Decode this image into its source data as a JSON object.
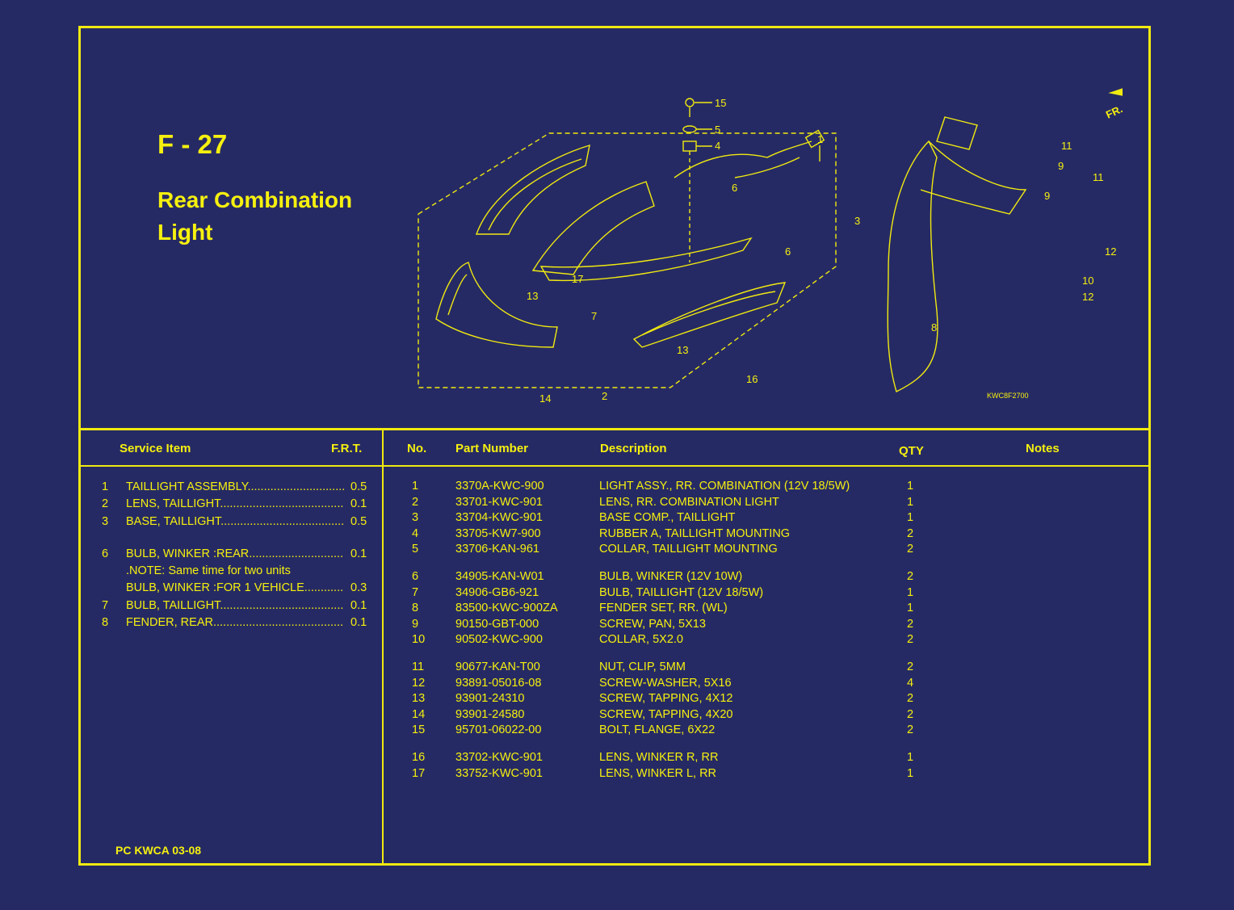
{
  "page": {
    "code": "F - 27",
    "title": "Rear Combination Light",
    "diagram_code": "KWC8F2700",
    "footer": "PC KWCA 03-08"
  },
  "headers": {
    "service_item": "Service Item",
    "frt": "F.R.T.",
    "no": "No.",
    "part_number": "Part Number",
    "description": "Description",
    "qty": "QTY",
    "notes": "Notes"
  },
  "service_items": [
    {
      "no": "1",
      "name": "TAILLIGHT ASSEMBLY",
      "frt": "0.5"
    },
    {
      "no": "2",
      "name": "LENS, TAILLIGHT",
      "frt": "0.1"
    },
    {
      "no": "3",
      "name": "BASE, TAILLIGHT",
      "frt": "0.5"
    },
    {
      "no": "6",
      "name": "BULB, WINKER :REAR",
      "frt": "0.1"
    },
    {
      "no": "",
      "note": ".NOTE: Same time for two units"
    },
    {
      "no": "",
      "name": "BULB, WINKER :FOR 1 VEHICLE",
      "frt": "0.3"
    },
    {
      "no": "7",
      "name": "BULB, TAILLIGHT",
      "frt": "0.1"
    },
    {
      "no": "8",
      "name": "FENDER, REAR",
      "frt": "0.1"
    }
  ],
  "parts": [
    {
      "no": "1",
      "pn": "3370A-KWC-900",
      "desc": "LIGHT ASSY., RR. COMBINATION    (12V 18/5W)",
      "qty": "1"
    },
    {
      "no": "2",
      "pn": "33701-KWC-901",
      "desc": "LENS, RR. COMBINATION LIGHT",
      "qty": "1"
    },
    {
      "no": "3",
      "pn": "33704-KWC-901",
      "desc": "BASE COMP., TAILLIGHT",
      "qty": "1"
    },
    {
      "no": "4",
      "pn": "33705-KW7-900",
      "desc": "RUBBER A, TAILLIGHT MOUNTING",
      "qty": "2"
    },
    {
      "no": "5",
      "pn": "33706-KAN-961",
      "desc": "COLLAR, TAILLIGHT MOUNTING",
      "qty": "2"
    },
    {
      "no": "6",
      "pn": "34905-KAN-W01",
      "desc": "BULB, WINKER (12V 10W)",
      "qty": "2"
    },
    {
      "no": "7",
      "pn": "34906-GB6-921",
      "desc": "BULB, TAILLIGHT (12V 18/5W)",
      "qty": "1"
    },
    {
      "no": "8",
      "pn": "83500-KWC-900ZA",
      "desc": "FENDER SET, RR. (WL)",
      "qty": "1"
    },
    {
      "no": "9",
      "pn": "90150-GBT-000",
      "desc": "SCREW, PAN, 5X13",
      "qty": "2"
    },
    {
      "no": "10",
      "pn": "90502-KWC-900",
      "desc": "COLLAR, 5X2.0",
      "qty": "2"
    },
    {
      "no": "11",
      "pn": "90677-KAN-T00",
      "desc": "NUT, CLIP, 5MM",
      "qty": "2"
    },
    {
      "no": "12",
      "pn": "93891-05016-08",
      "desc": "SCREW-WASHER, 5X16",
      "qty": "4"
    },
    {
      "no": "13",
      "pn": "93901-24310",
      "desc": "SCREW, TAPPING, 4X12",
      "qty": "2"
    },
    {
      "no": "14",
      "pn": "93901-24580",
      "desc": "SCREW, TAPPING, 4X20",
      "qty": "2"
    },
    {
      "no": "15",
      "pn": "95701-06022-00",
      "desc": "BOLT, FLANGE, 6X22",
      "qty": "2"
    },
    {
      "no": "16",
      "pn": "33702-KWC-901",
      "desc": "LENS, WINKER R, RR",
      "qty": "1"
    },
    {
      "no": "17",
      "pn": "33752-KWC-901",
      "desc": "LENS, WINKER L, RR",
      "qty": "1"
    }
  ],
  "diagram": {
    "callouts": [
      "15",
      "5",
      "4",
      "1",
      "6",
      "3",
      "6",
      "17",
      "13",
      "7",
      "13",
      "16",
      "14",
      "2",
      "11",
      "9",
      "11",
      "9",
      "12",
      "10",
      "12",
      "8"
    ],
    "fr_label": "FR."
  },
  "colors": {
    "background": "#262a64",
    "accent": "#f5f00f"
  }
}
